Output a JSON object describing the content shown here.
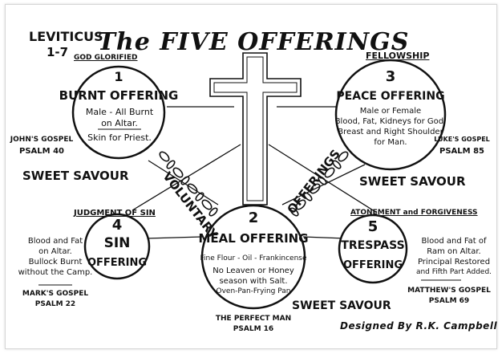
{
  "title": "The FIVE OFFERINGS",
  "reference": {
    "book": "LEVITICUS",
    "chapters": "1-7"
  },
  "diagonals": {
    "left": "VOLUNTARY",
    "right": "OFFERINGS"
  },
  "offerings": [
    {
      "number": "1",
      "name": "BURNT OFFERING",
      "header": "GOD GLORIFIED",
      "details": [
        "Male - All Burnt",
        "on Altar.",
        "Skin for Priest."
      ],
      "gospel": "JOHN'S GOSPEL",
      "psalm": "PSALM 40",
      "savour": "SWEET SAVOUR"
    },
    {
      "number": "2",
      "name": "MEAL OFFERING",
      "details": [
        "Fine Flour - Oil - Frankincense",
        "No Leaven or Honey",
        "season with Salt.",
        "Oven-Pan-Frying Pan"
      ],
      "gospel": "THE PERFECT MAN",
      "psalm": "PSALM 16",
      "savour": "SWEET SAVOUR"
    },
    {
      "number": "3",
      "name": "PEACE OFFERING",
      "header": "FELLOWSHIP",
      "details": [
        "Male or Female",
        "Blood, Fat, Kidneys for God.",
        "Breast and Right Shoulder",
        "for Man."
      ],
      "gospel": "LUKE'S GOSPEL",
      "psalm": "PSALM 85",
      "savour": "SWEET SAVOUR"
    },
    {
      "number": "4",
      "name_line1": "SIN",
      "name_line2": "OFFERING",
      "header": "JUDGMENT OF SIN",
      "details": [
        "Blood and Fat",
        "on Altar.",
        "Bullock Burnt",
        "without the Camp."
      ],
      "gospel": "MARK'S GOSPEL",
      "psalm": "PSALM 22"
    },
    {
      "number": "5",
      "name_line1": "TRESPASS",
      "name_line2": "OFFERING",
      "header": "ATONEMENT and FORGIVENESS",
      "details": [
        "Blood and Fat of",
        "Ram on Altar.",
        "Principal Restored",
        "and Fifth Part Added."
      ],
      "gospel": "MATTHEW'S GOSPEL",
      "psalm": "PSALM 69"
    }
  ],
  "credit": "Designed By R.K. Campbell"
}
